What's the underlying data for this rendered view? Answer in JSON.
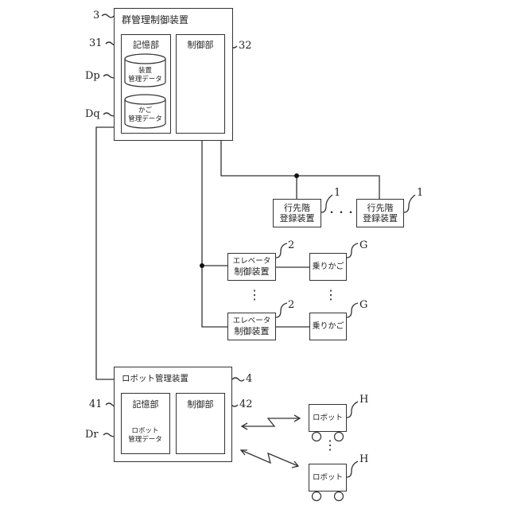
{
  "group_controller": {
    "ref": "3",
    "title": "群管理制御装置",
    "storage": {
      "ref": "31",
      "label": "記憶部"
    },
    "control": {
      "ref": "32",
      "label": "制御部"
    },
    "data_p": {
      "ref": "Dp",
      "line1": "装置",
      "line2": "管理データ"
    },
    "data_q": {
      "ref": "Dq",
      "line1": "かご",
      "line2": "管理データ"
    }
  },
  "destination_devices": {
    "ref": "1",
    "items": [
      {
        "line1": "行先階",
        "line2": "登録装置",
        "ref": "1"
      },
      {
        "line1": "行先階",
        "line2": "登録装置",
        "ref": "1"
      }
    ],
    "ellipsis": "・・・"
  },
  "elevators": {
    "items": [
      {
        "ctrl_line1": "エレベータ",
        "ctrl_line2": "制御装置",
        "ctrl_ref": "2",
        "car": "乗りかご",
        "car_ref": "G"
      },
      {
        "ctrl_line1": "エレベータ",
        "ctrl_line2": "制御装置",
        "ctrl_ref": "2",
        "car": "乗りかご",
        "car_ref": "G"
      }
    ],
    "vellipsis": "⋮"
  },
  "robot_manager": {
    "ref": "4",
    "title": "ロボット管理装置",
    "storage": {
      "ref": "41",
      "label": "記憶部"
    },
    "control": {
      "ref": "42",
      "label": "制御部"
    },
    "data_r": {
      "ref": "Dr",
      "line1": "ロボット",
      "line2": "管理データ"
    }
  },
  "robots": {
    "items": [
      {
        "label": "ロボット",
        "ref": "H"
      },
      {
        "label": "ロボット",
        "ref": "H"
      }
    ],
    "vellipsis": "⋮"
  }
}
